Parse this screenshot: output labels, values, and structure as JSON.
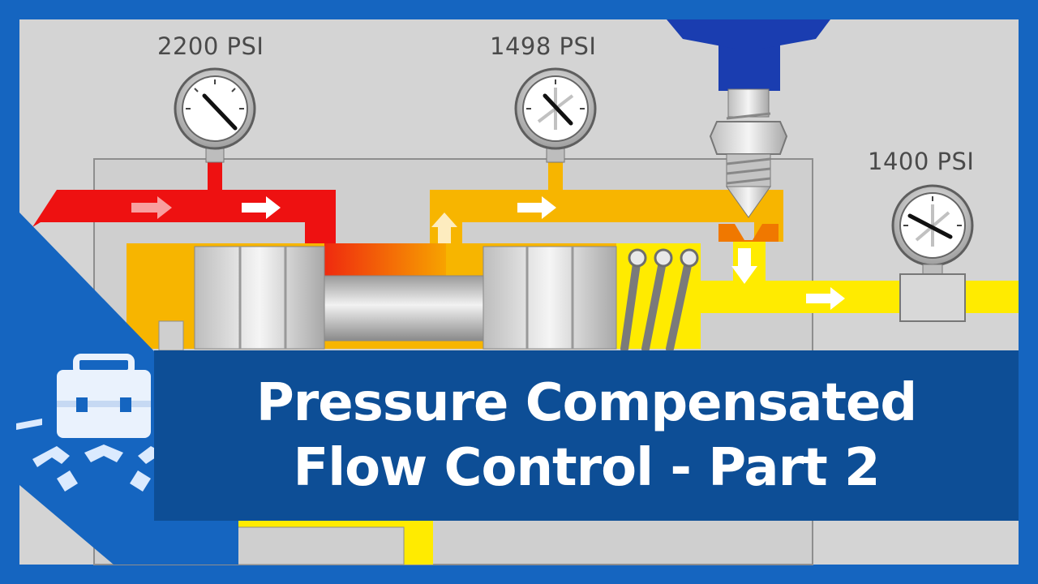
{
  "gauges": {
    "inlet": {
      "reading": "2200 PSI"
    },
    "middle": {
      "reading": "1498 PSI"
    },
    "outlet": {
      "reading": "1400 PSI"
    }
  },
  "title": {
    "line1": "Pressure Compensated",
    "line2": "Flow Control - Part 2"
  },
  "colors": {
    "frame": "#1565c0",
    "banner": "#0d4e96",
    "background": "#d4d4d4",
    "high_pressure": "#ee1111",
    "mid_pressure": "#f7b500",
    "low_pressure": "#ffeb00",
    "adjust_knob": "#1a3db0"
  },
  "icons": {
    "logo": "toolbox-with-gears-icon"
  }
}
